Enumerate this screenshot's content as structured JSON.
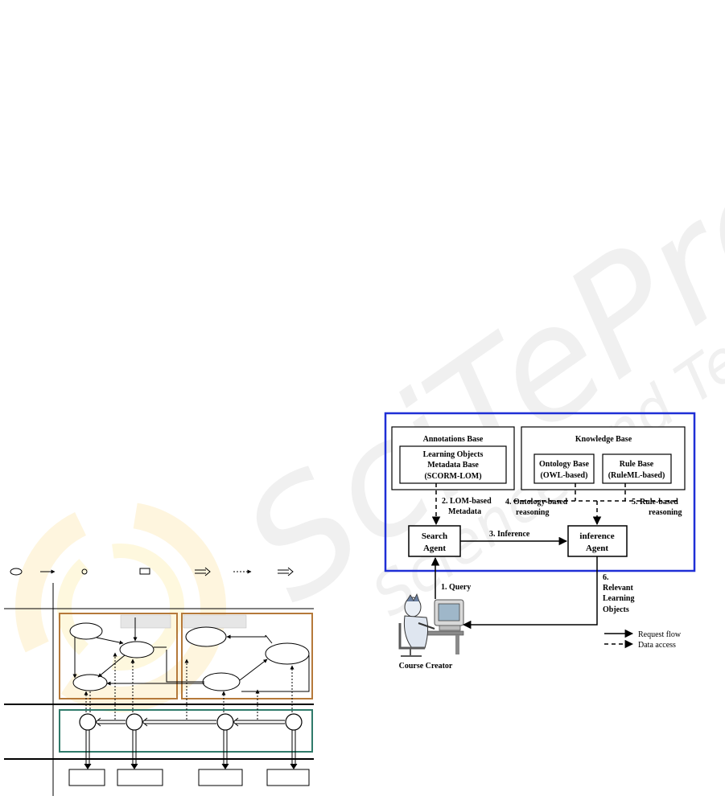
{
  "watermark": {
    "brand": "SciTePress",
    "tagline": "Science and Technology Publications"
  },
  "left_figure": {
    "legend_labels": [
      "",
      "",
      "",
      "",
      "",
      "",
      ""
    ]
  },
  "right_figure": {
    "annotations_base": {
      "title": "Annotations Base",
      "lom_line1": "Learning Objects",
      "lom_line2": "Metadata Base",
      "lom_line3": "(SCORM-LOM)"
    },
    "knowledge_base": {
      "title": "Knowledge Base",
      "ontology_line1": "Ontology Base",
      "ontology_line2": "(OWL-based)",
      "rule_line1": "Rule Base",
      "rule_line2": "(RuleML-based)"
    },
    "search_agent": {
      "line1": "Search",
      "line2": "Agent"
    },
    "inference_agent": {
      "line1": "inference",
      "line2": "Agent"
    },
    "labels": {
      "lom_metadata_1": "2. LOM-based",
      "lom_metadata_2": "Metadata",
      "inference": "3. Inference",
      "ontology_reasoning_1": "4. Ontology-based",
      "ontology_reasoning_2": "reasoning",
      "rule_reasoning_1": "5. Rule-based",
      "rule_reasoning_2": "reasoning",
      "query": "1. Query",
      "result_1": "6.",
      "result_2": "Relevant",
      "result_3": "Learning",
      "result_4": "Objects",
      "course_creator": "Course Creator"
    },
    "legend": {
      "request_flow": "Request flow",
      "data_access": "Data access"
    }
  }
}
